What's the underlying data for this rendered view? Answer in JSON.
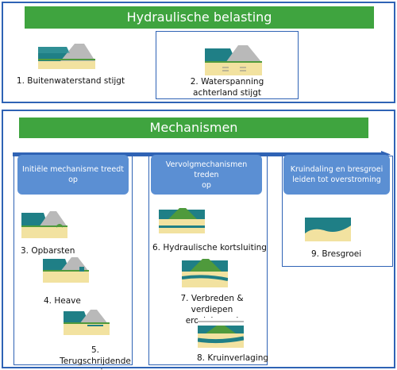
{
  "top": {
    "title": "Hydraulische belasting",
    "items": [
      {
        "label": "1. Buitenwaterstand stijgt"
      },
      {
        "label_line1": "2. Waterspanning",
        "label_line2": "achterland stijgt"
      }
    ]
  },
  "mechanismen": {
    "title": "Mechanismen",
    "columns": [
      {
        "heading": "Initiële mechanisme treedt op",
        "items": [
          {
            "label": "3. Opbarsten"
          },
          {
            "label": "4. Heave"
          },
          {
            "label_line1": "5. Terugschrijdende",
            "label_line2": "erosie"
          }
        ]
      },
      {
        "heading_line1": "Vervolgmechanismen treden",
        "heading_line2": "op",
        "items": [
          {
            "label": "6. Hydraulische kortsluiting"
          },
          {
            "label_line1": "7. Verbreden & verdiepen",
            "label_line2": "erosiekanaal"
          },
          {
            "label": "8. Kruinverlaging"
          }
        ]
      },
      {
        "heading_line1": "Kruindaling en bresgroei",
        "heading_line2": "leiden tot overstroming",
        "items": [
          {
            "label": "9. Bresgroei"
          }
        ]
      }
    ]
  },
  "colors": {
    "banner_green": "#3fa43f",
    "frame_blue": "#2f63b5",
    "header_blue": "#5b8fd3",
    "water": "#1f7f86",
    "sand": "#f2e2a0",
    "dike_grey": "#b9b9b9",
    "grass": "#4f9a3c"
  }
}
